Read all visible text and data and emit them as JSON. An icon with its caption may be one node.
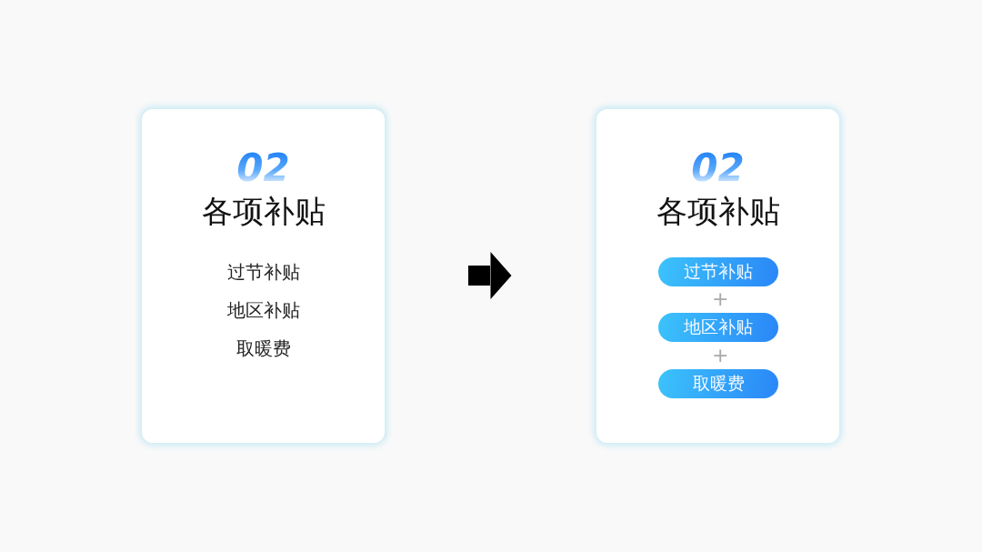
{
  "diagram": {
    "nodes": [
      {
        "text": [
          "02",
          "各项补贴",
          "过节补贴",
          "地区补贴",
          "取暖费"
        ]
      },
      {
        "text": [
          "02",
          "各项补贴"
        ]
      },
      {
        "text": [
          "过节补贴"
        ],
        "in": 1
      },
      {
        "text": [
          "地区补贴"
        ],
        "in": 1
      },
      {
        "text": [
          "取暖费"
        ],
        "in": 1
      }
    ],
    "edges": [
      {
        "from": 0,
        "to": 1,
        "arrow": "to",
        "style": "thick"
      }
    ],
    "labels": [
      "+",
      "+"
    ]
  }
}
